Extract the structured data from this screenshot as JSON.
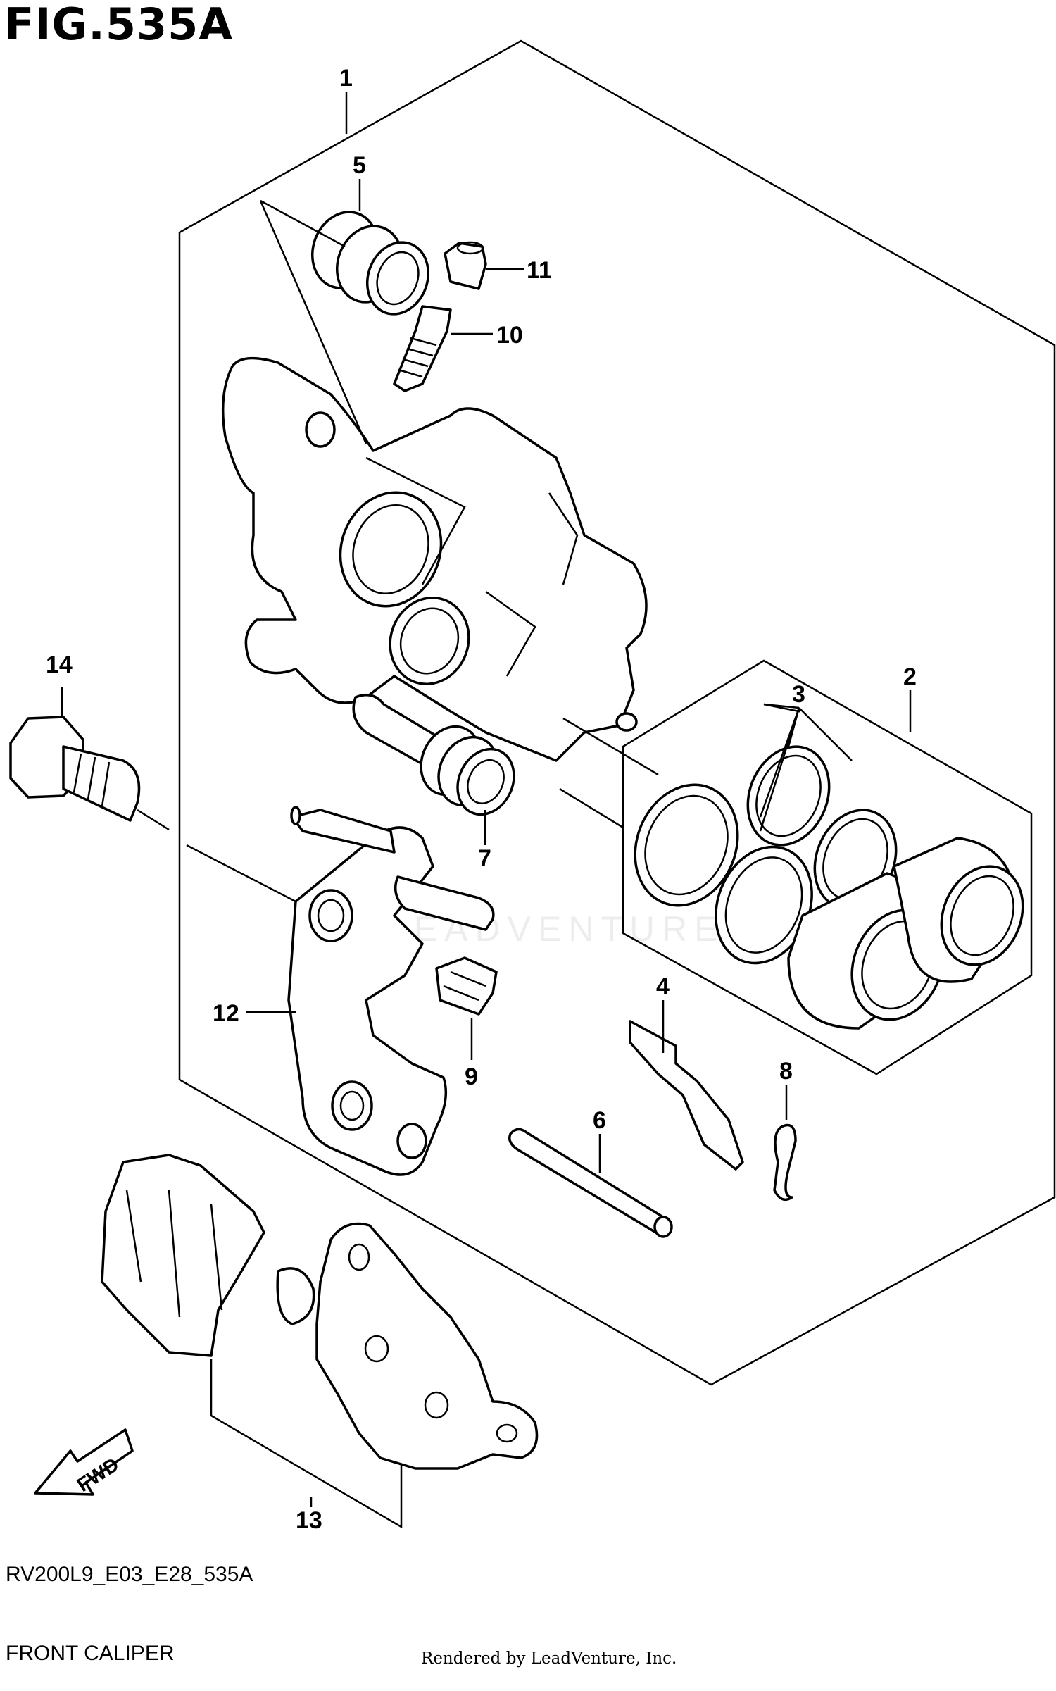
{
  "figure": {
    "title": "FIG.535A",
    "diagram_code": "RV200L9_E03_E28_535A",
    "name": "FRONT CALIPER",
    "credit": "Rendered by LeadVenture, Inc.",
    "watermark": "LEADVENTURE"
  },
  "callouts": [
    "1",
    "2",
    "3",
    "4",
    "5",
    "6",
    "7",
    "8",
    "9",
    "10",
    "11",
    "12",
    "13",
    "14"
  ],
  "direction_badge": "FWD"
}
